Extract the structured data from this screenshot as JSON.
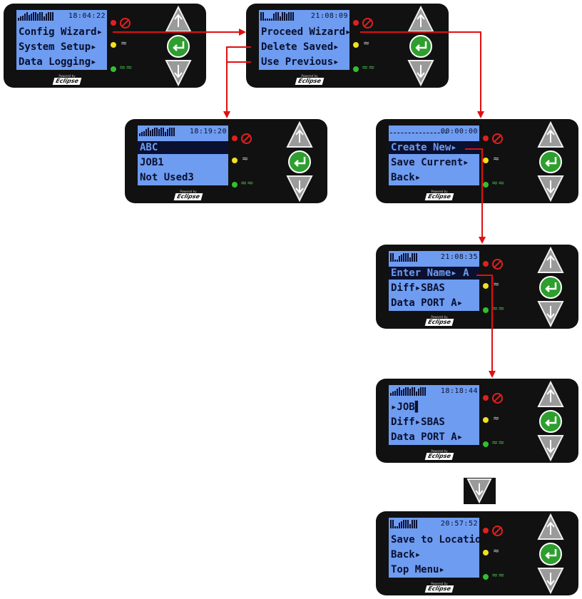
{
  "panels": [
    {
      "time": "18:04:22",
      "lines": [
        "Config Wizard▸",
        "System Setup▸",
        "Data Logging▸"
      ],
      "sel": -1,
      "signal": [
        4,
        6,
        7,
        10,
        12,
        8,
        10,
        12,
        12,
        10,
        12,
        12,
        6,
        10,
        12,
        12,
        12
      ]
    },
    {
      "time": "21:08:09",
      "lines": [
        "Proceed Wizard▸",
        "Delete Saved▸",
        "Use Previous▸"
      ],
      "sel": -1,
      "signal": [
        12,
        12,
        3,
        3,
        3,
        3,
        10,
        12,
        12,
        6,
        12,
        12,
        10,
        12,
        12,
        12
      ]
    },
    {
      "time": "18:19:20",
      "lines": [
        "ABC",
        "JOB1",
        "Not Used3"
      ],
      "sel": 0,
      "signal": [
        4,
        6,
        7,
        10,
        12,
        8,
        10,
        12,
        12,
        10,
        12,
        12,
        6,
        10,
        12,
        12,
        12
      ]
    },
    {
      "time": "00:00:00",
      "lines": [
        "Create New▸",
        "Save Current▸",
        "Back▸"
      ],
      "sel": 0,
      "signal": []
    },
    {
      "time": "21:08:35",
      "lines": [
        "Enter Name▸ A",
        "Diff▸SBAS",
        "Data PORT A▸"
      ],
      "sel": 0,
      "signal": [
        12,
        12,
        3,
        3,
        8,
        10,
        12,
        12,
        12,
        6,
        12,
        12,
        12
      ]
    },
    {
      "time": "18:18:44",
      "lines": [
        "▸JOB▌",
        "Diff▸SBAS",
        "Data PORT A▸"
      ],
      "sel": -1,
      "signal": [
        4,
        6,
        7,
        10,
        12,
        8,
        10,
        12,
        12,
        10,
        12,
        12,
        6,
        10,
        12,
        12,
        12
      ]
    },
    {
      "time": "20:57:52",
      "lines": [
        "Save to Location",
        "Back▸",
        "Top Menu▸"
      ],
      "sel": -1,
      "signal": [
        12,
        12,
        3,
        3,
        8,
        10,
        12,
        12,
        12,
        6,
        12,
        12,
        12
      ]
    }
  ],
  "brand": {
    "powered_by": "Powered by",
    "name": "Eclipse"
  },
  "colors": {
    "device": "#111111",
    "lcd": "#6e9cf0",
    "lcd_text": "#0a1030",
    "arrow": "#e01010",
    "enter_button": "#2e9e2e",
    "nav_button": "#9a9a9a"
  },
  "icons": {
    "up": "up-arrow-button-icon",
    "enter": "enter-button-icon",
    "down": "down-arrow-button-icon",
    "satellite": "satellite-icon",
    "no_signal": "no-signal-icon"
  }
}
